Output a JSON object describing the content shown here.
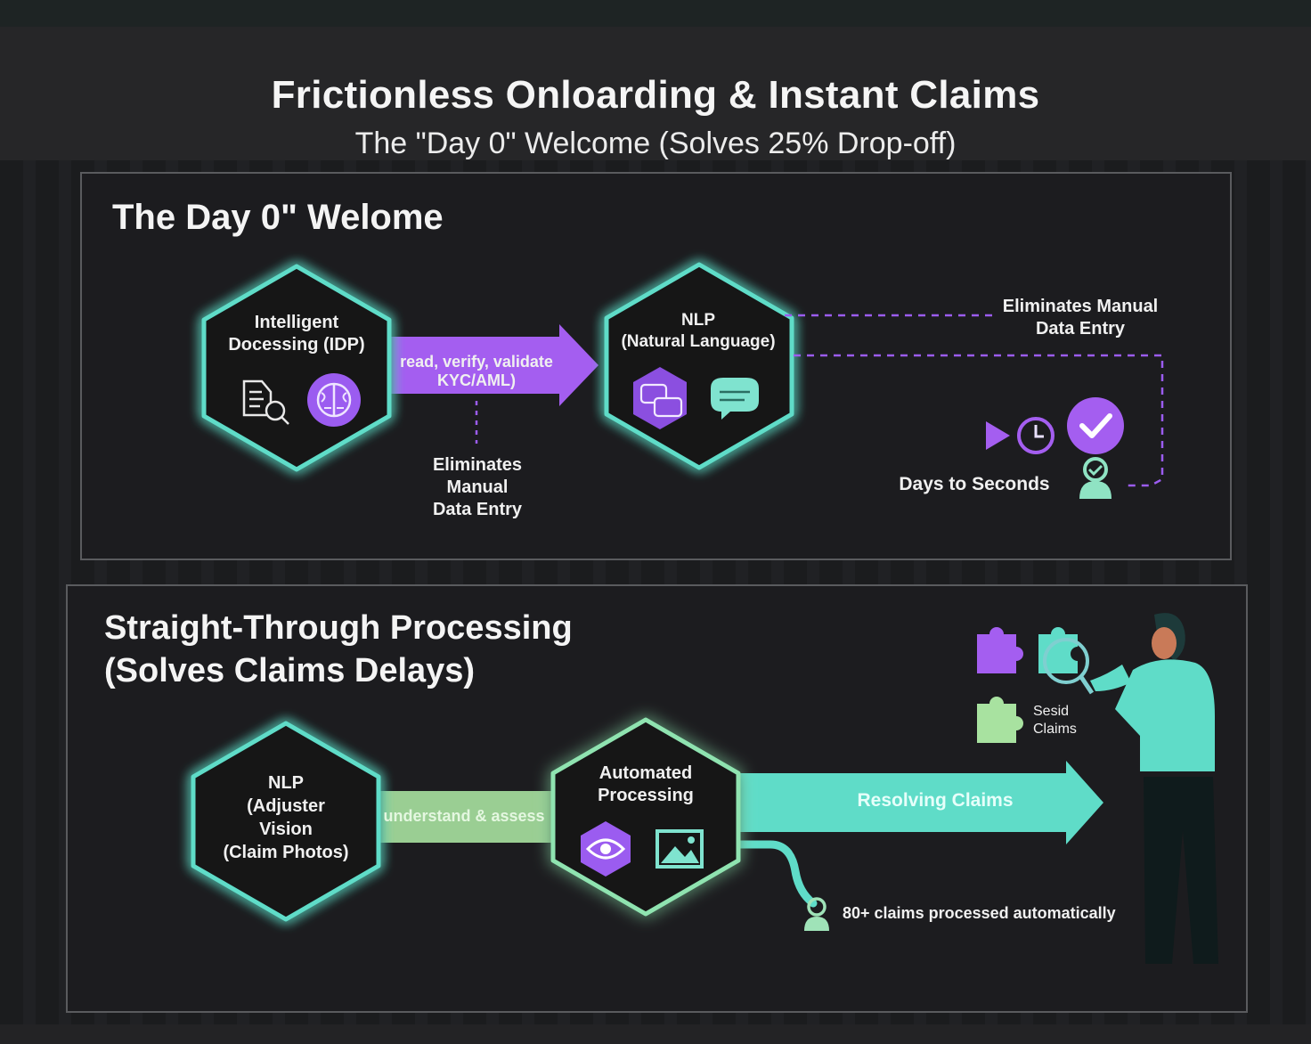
{
  "header": {
    "title": "Frictionless Onloarding & Instant Claims",
    "subtitle": "The \"Day 0\" Welcome (Solves 25% Drop-off)"
  },
  "section1": {
    "title": "The Day 0\" Welome",
    "hex1_line1": "Intelligent",
    "hex1_line2": "Docessing (IDP)",
    "arrow_line1": "read, verify, validate",
    "arrow_line2": "KYC/AML)",
    "note_bottom_line1": "Eliminates",
    "note_bottom_line2": "Manual",
    "note_bottom_line3": "Data Entry",
    "hex2_line1": "NLP",
    "hex2_line2": "(Natural Language)",
    "note_right_line1": "Eliminates Manual",
    "note_right_line2": "Data Entry",
    "days_label": "Days to Seconds"
  },
  "section2": {
    "title_line1": "Straight-Through Processing",
    "title_line2": "(Solves Claims Delays)",
    "hex1_line1": "NLP",
    "hex1_line2": "(Adjuster",
    "hex1_line3": "Vision",
    "hex1_line4": "(Claim Photos)",
    "connector_label": "understand & assess",
    "hex2_line1": "Automated",
    "hex2_line2": "Processing",
    "arrow_label": "Resolving Claims",
    "puzzle_line1": "Sesid",
    "puzzle_line2": "Claims",
    "stat_label": "80+ claims processed automatically"
  },
  "colors": {
    "teal": "#5fdcc8",
    "purple": "#9b5cf0",
    "green": "#a9e6a0",
    "background": "#18191b",
    "panel": "#1c1c1f"
  },
  "icons": [
    "document-search-icon",
    "brain-icon",
    "chat-bubbles-icon",
    "message-icon",
    "play-icon",
    "clock-icon",
    "check-icon",
    "person-icon",
    "eye-icon",
    "image-icon",
    "puzzle-icon",
    "magnifier-icon"
  ]
}
